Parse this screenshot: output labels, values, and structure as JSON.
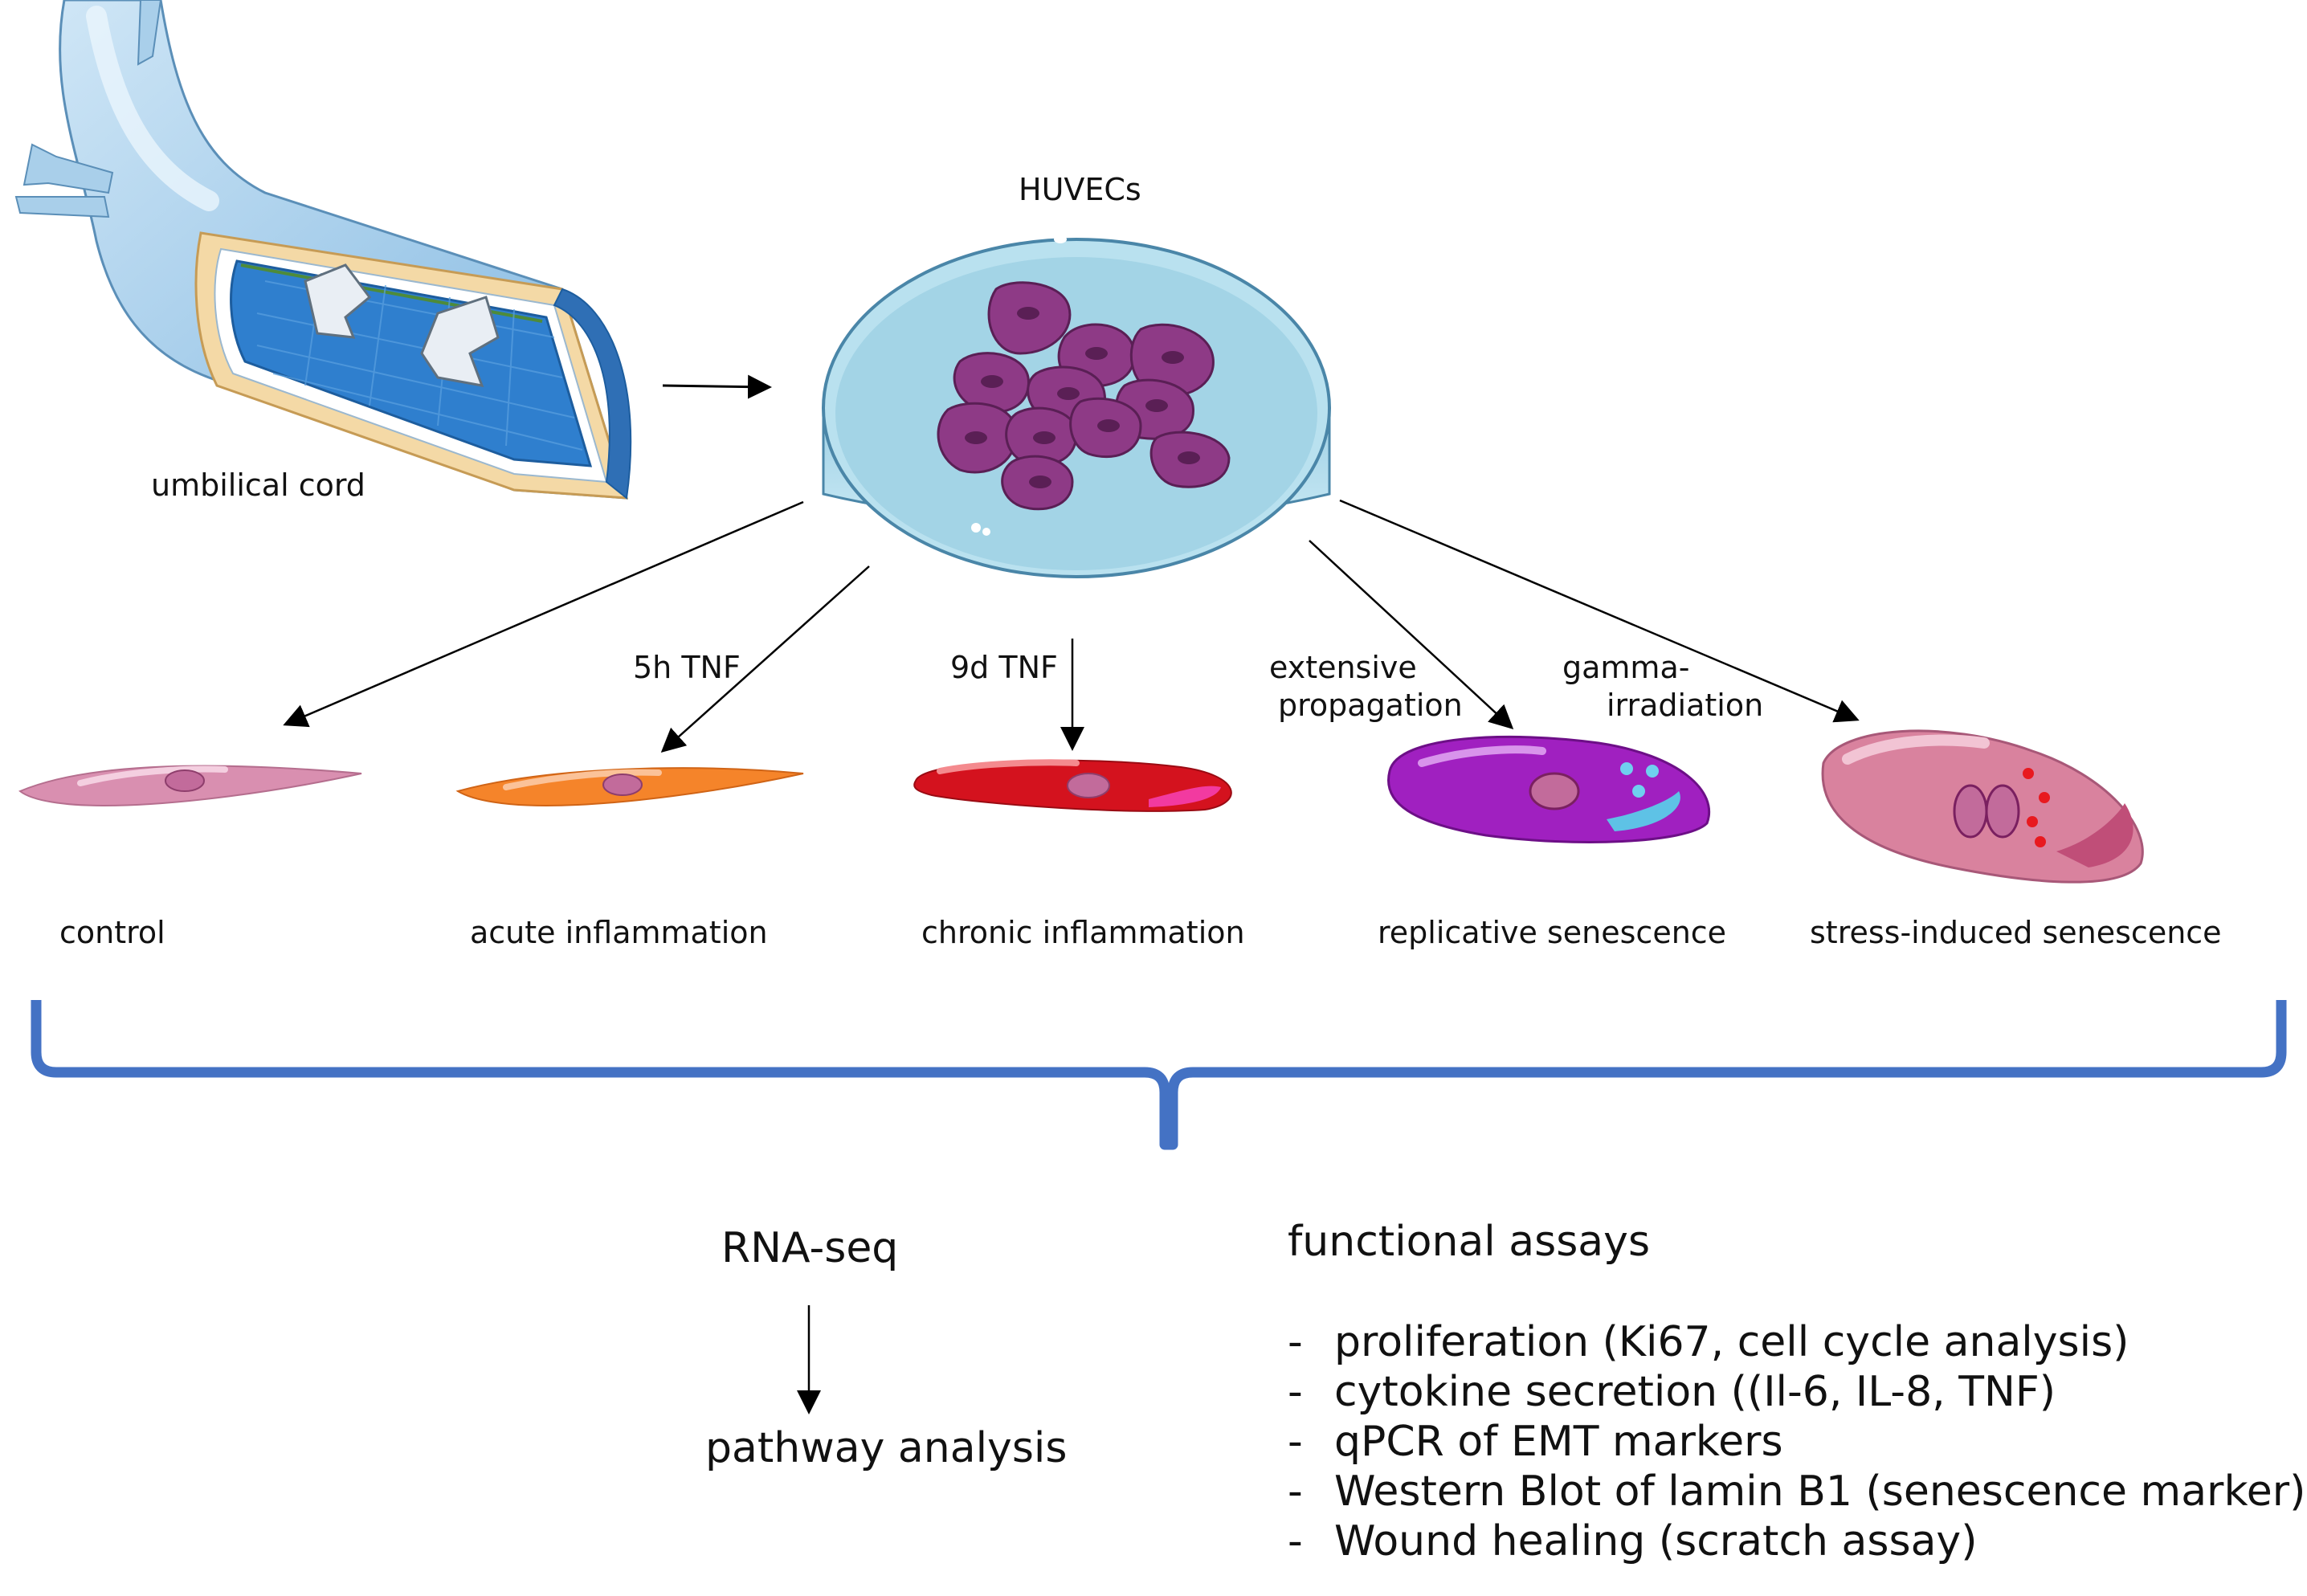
{
  "labels": {
    "umbilical_cord": "umbilical cord",
    "huvecs": "HUVECs",
    "tnf_5h": "5h TNF",
    "tnf_9d": "9d TNF",
    "extensive": "extensive",
    "propagation": "propagation",
    "gamma": "gamma-",
    "irradiation": "irradiation"
  },
  "conditions": [
    "control",
    "acute inflammation",
    "chronic inflammation",
    "replicative senescence",
    "stress-induced senescence"
  ],
  "rnaseq": {
    "title": "RNA-seq",
    "result": "pathway analysis"
  },
  "functional": {
    "title": "functional assays",
    "bullet": "-",
    "items": [
      "proliferation (Ki67, cell cycle analysis)",
      "cytokine secretion ((Il-6, IL-8, TNF)",
      "qPCR of EMT markers",
      "Western Blot of lamin B1 (senescence marker)",
      "Wound healing (scratch assay)"
    ]
  },
  "colors": {
    "brace": "#4472c4",
    "control_cell": "#d98fb0",
    "acute_cell": "#f5842a",
    "chronic_cell": "#d4121e",
    "replicative_cell": "#a020c0",
    "stress_cell": "#d9829e",
    "dish_cells": "#8e3a86"
  }
}
